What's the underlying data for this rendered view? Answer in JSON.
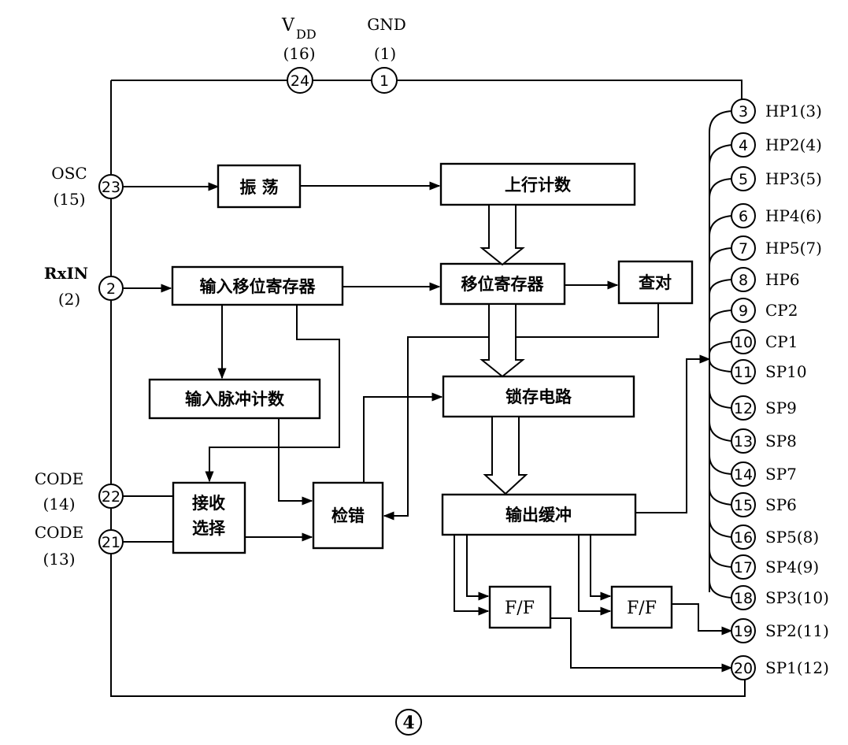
{
  "power": {
    "vdd_label": "V",
    "vdd_sub": "DD",
    "vdd_pin": "(16)",
    "gnd_label": "GND",
    "gnd_pin": "(1)"
  },
  "left_labels": {
    "osc": "OSC",
    "osc_pin": "(15)",
    "rxin": "RxIN",
    "rxin_pin": "(2)",
    "code1": "CODE",
    "code1_pin": "(14)",
    "code2": "CODE",
    "code2_pin": "(13)"
  },
  "blocks": {
    "oscillator": "振 荡",
    "up_counter": "上行计数",
    "input_shift": "输入移位寄存器",
    "shift_reg": "移位寄存器",
    "check": "查对",
    "pulse_count": "输入脉冲计数",
    "latch": "锁存电路",
    "recv_select_1": "接收",
    "recv_select_2": "选择",
    "error_check": "检错",
    "output_buffer": "输出缓冲",
    "ff1": "F/F",
    "ff2": "F/F"
  },
  "pins": {
    "p24": "24",
    "p1": "1",
    "p23": "23",
    "p2": "2",
    "p22": "22",
    "p21": "21",
    "p3": "3",
    "p4": "4",
    "p5": "5",
    "p6": "6",
    "p7": "7",
    "p8": "8",
    "p9": "9",
    "p10": "10",
    "p11": "11",
    "p12": "12",
    "p13": "13",
    "p14": "14",
    "p15": "15",
    "p16": "16",
    "p17": "17",
    "p18": "18",
    "p19": "19",
    "p20": "20"
  },
  "right_labels": {
    "p3": "HP1(3)",
    "p4": "HP2(4)",
    "p5": "HP3(5)",
    "p6": "HP4(6)",
    "p7": "HP5(7)",
    "p8": "HP6",
    "p9": "CP2",
    "p10": "CP1",
    "p11": "SP10",
    "p12": "SP9",
    "p13": "SP8",
    "p14": "SP7",
    "p15": "SP6",
    "p16": "SP5(8)",
    "p17": "SP4(9)",
    "p18": "SP3(10)",
    "p19": "SP2(11)",
    "p20": "SP1(12)"
  },
  "figure_number": "4"
}
